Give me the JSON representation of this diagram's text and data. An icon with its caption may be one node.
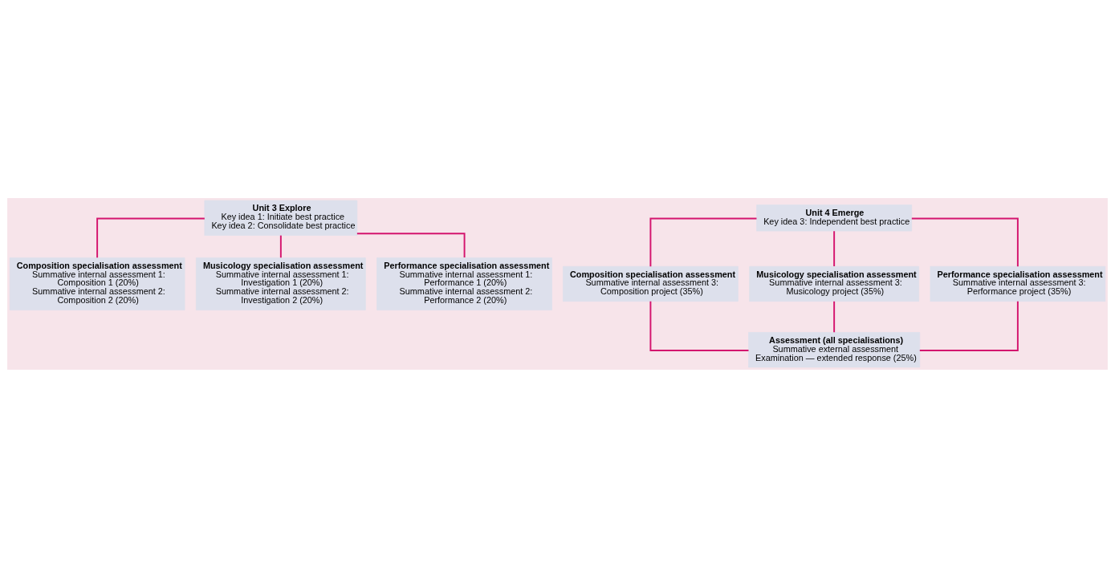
{
  "diagram": {
    "nodes": [
      {
        "text": [
          "Unit 3 Explore",
          "Key idea 1: Initiate best practice",
          "Key idea 2: Consolidate best practice"
        ]
      },
      {
        "text": [
          "Unit 4 Emerge",
          "Key idea 3: Independent best practice"
        ]
      },
      {
        "text": [
          "Composition specialisation assessment",
          "Summative internal assessment 1: Composition 1 (20%)",
          "Summative internal assessment 2: Composition 2 (20%)"
        ]
      },
      {
        "text": [
          "Musicology specialisation assessment",
          "Summative internal assessment 1: Investigation 1 (20%)",
          "Summative internal assessment 2: Investigation 2 (20%)"
        ]
      },
      {
        "text": [
          "Performance specialisation assessment",
          "Summative internal assessment 1: Performance 1 (20%)",
          "Summative internal assessment 2: Performance 2 (20%)"
        ]
      },
      {
        "text": [
          "Composition specialisation assessment",
          "Summative internal assessment 3: Composition project (35%)"
        ]
      },
      {
        "text": [
          "Musicology specialisation assessment",
          "Summative internal assessment 3: Musicology project (35%)"
        ]
      },
      {
        "text": [
          "Performance specialisation assessment",
          "Summative internal assessment 3: Performance project (35%)"
        ]
      },
      {
        "text": [
          "Assessment (all specialisations)",
          "Summative external assessment",
          "Examination — extended response (25%)"
        ]
      }
    ],
    "edges": [
      {
        "from": 0,
        "to": 2,
        "arrow": "none"
      },
      {
        "from": 0,
        "to": 3,
        "arrow": "none"
      },
      {
        "from": 0,
        "to": 4,
        "arrow": "none"
      },
      {
        "from": 1,
        "to": 5,
        "arrow": "none"
      },
      {
        "from": 1,
        "to": 6,
        "arrow": "none"
      },
      {
        "from": 1,
        "to": 7,
        "arrow": "none"
      },
      {
        "from": 5,
        "to": 8,
        "arrow": "none"
      },
      {
        "from": 6,
        "to": 8,
        "arrow": "none"
      },
      {
        "from": 7,
        "to": 8,
        "arrow": "none"
      }
    ]
  }
}
